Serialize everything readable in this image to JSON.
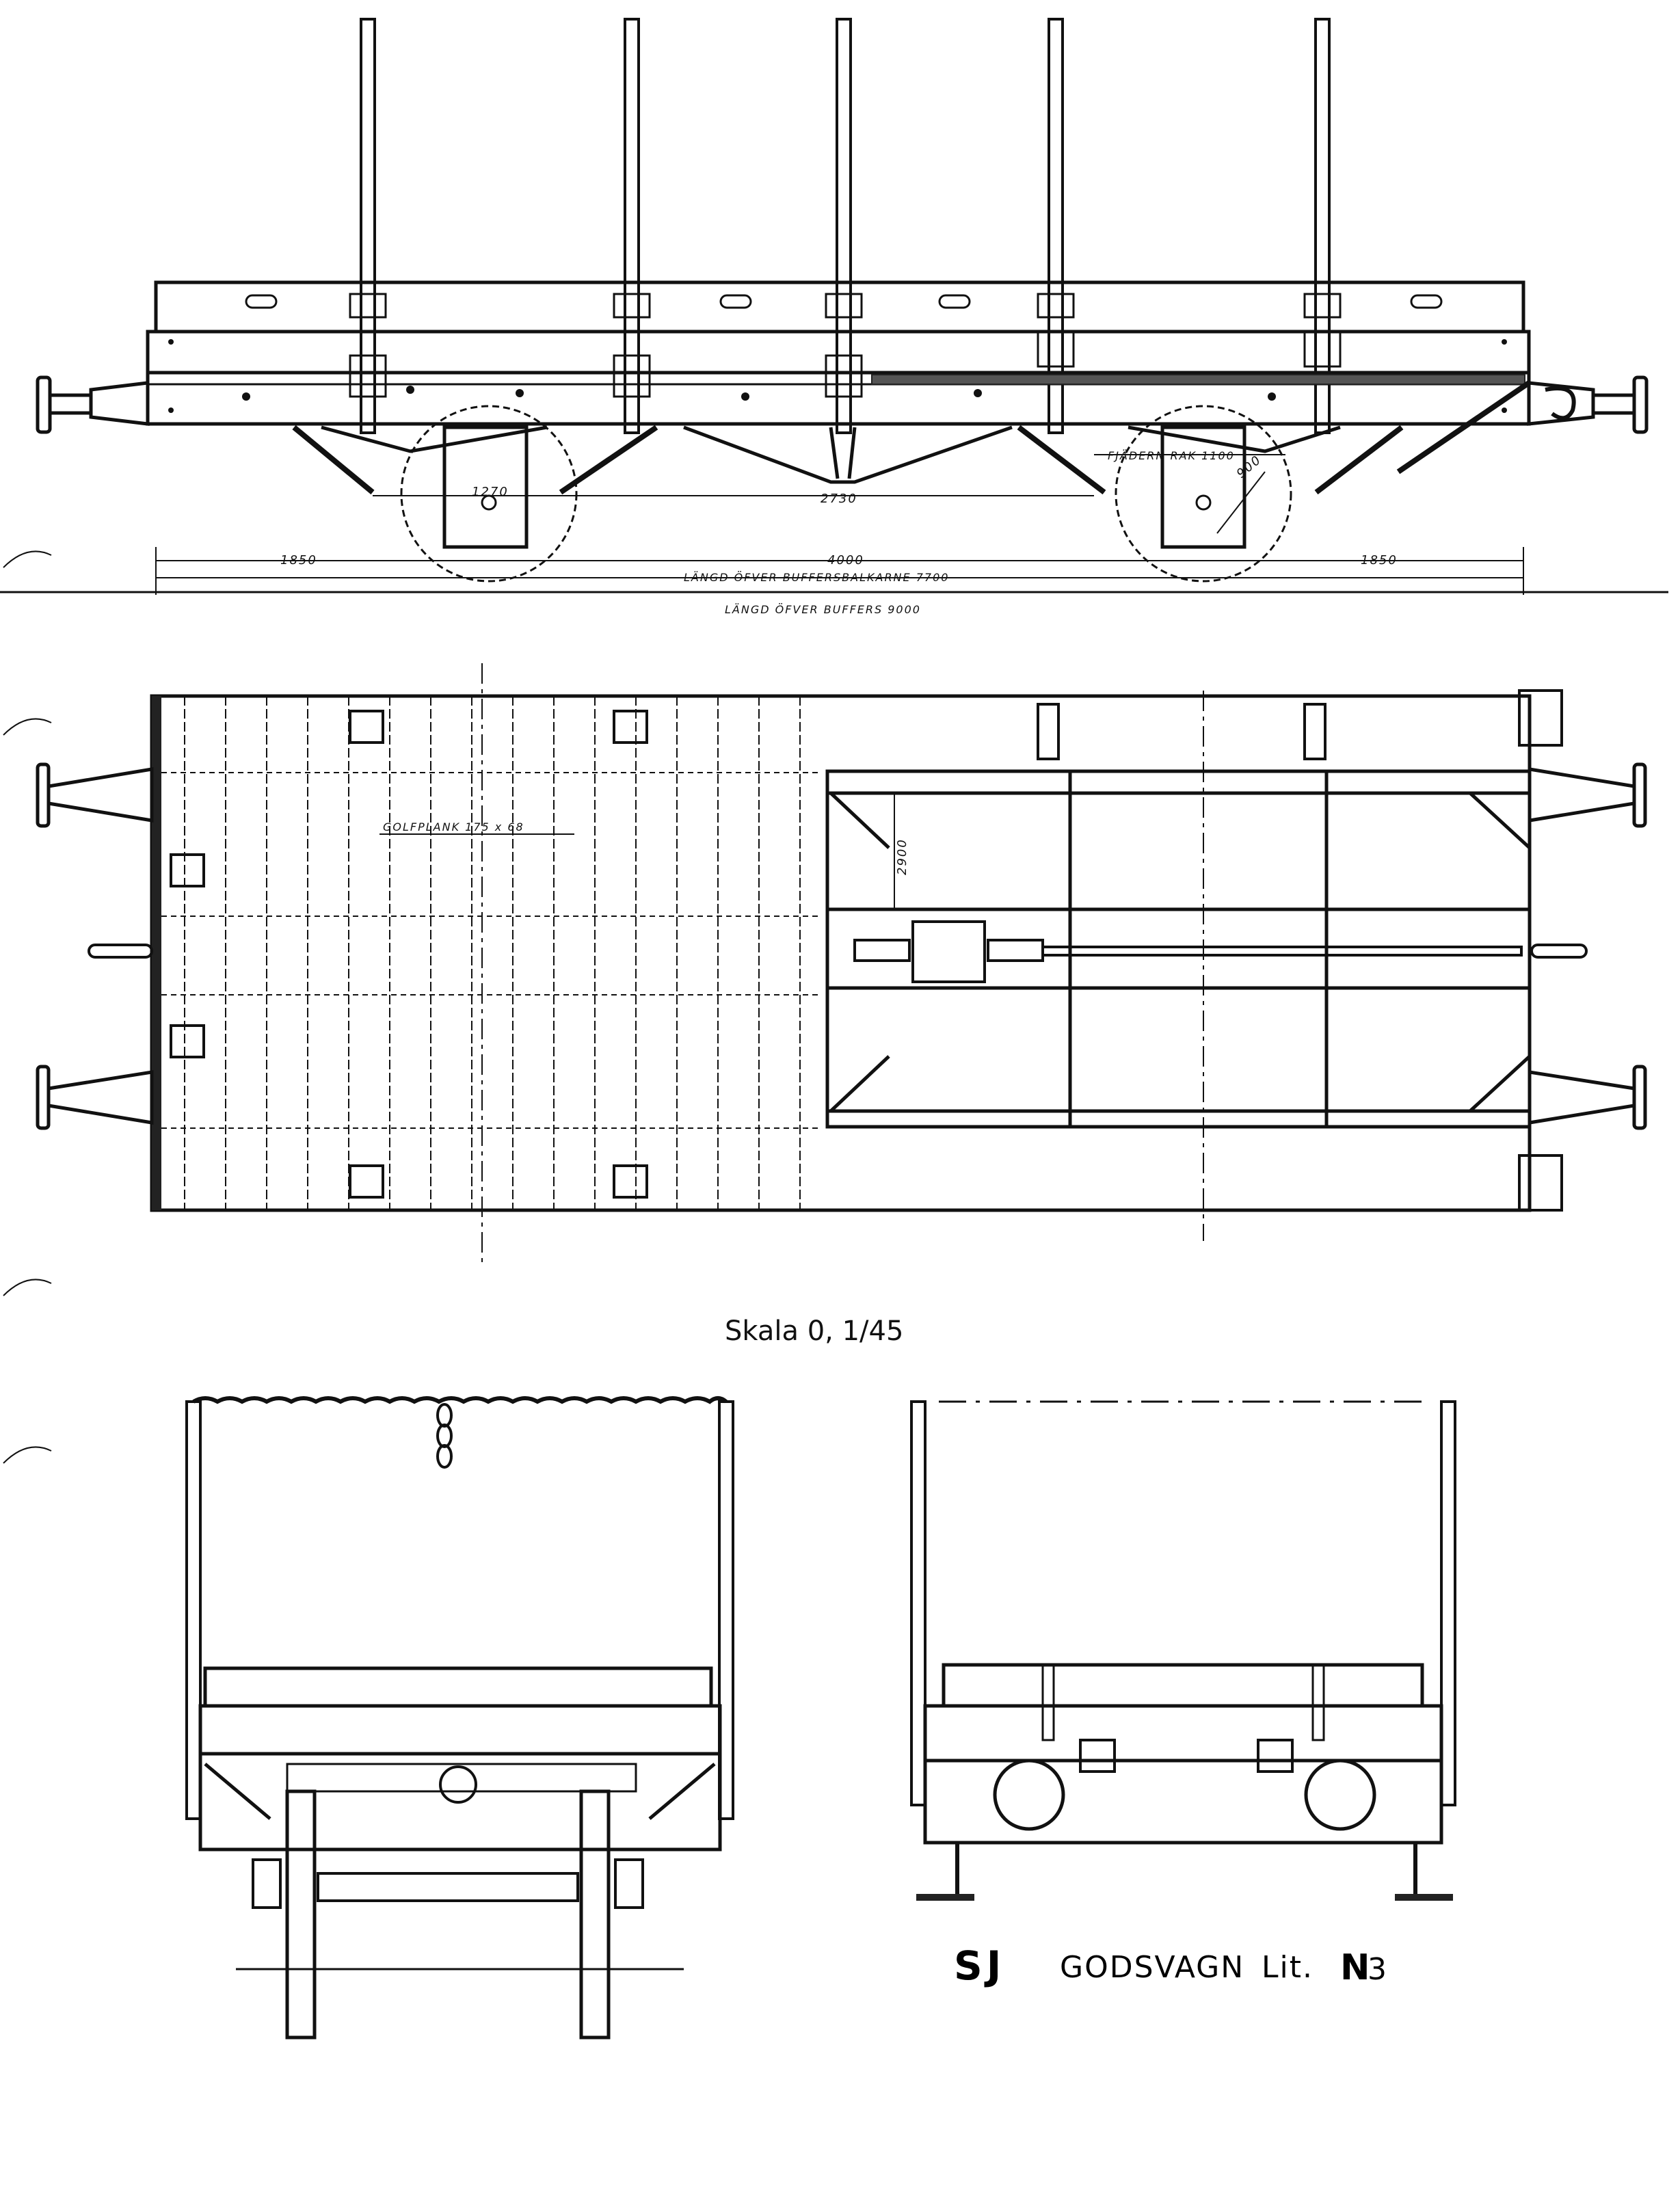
{
  "side_view": {
    "dims": {
      "d1270": "1270",
      "d2730": "2730",
      "d1850_left": "1850",
      "d4000": "4000",
      "d1850_right": "1850",
      "d900": "900",
      "length_beams": "LÄNGD ÖFVER BUFFERSBALKARNE 7700",
      "length_buffers": "LÄNGD ÖFVER BUFFERS 9000",
      "spring": "FJÄDERN RAK 1100"
    }
  },
  "plan_view": {
    "plank_note": "GOLFPLANK 175 x 68",
    "width_dim": "2900"
  },
  "scale_text": "Skala 0, 1/45",
  "title": {
    "sj": "SJ",
    "godsvagn": "GODSVAGN",
    "lit": "Lit.",
    "n": "N",
    "three": "3"
  }
}
